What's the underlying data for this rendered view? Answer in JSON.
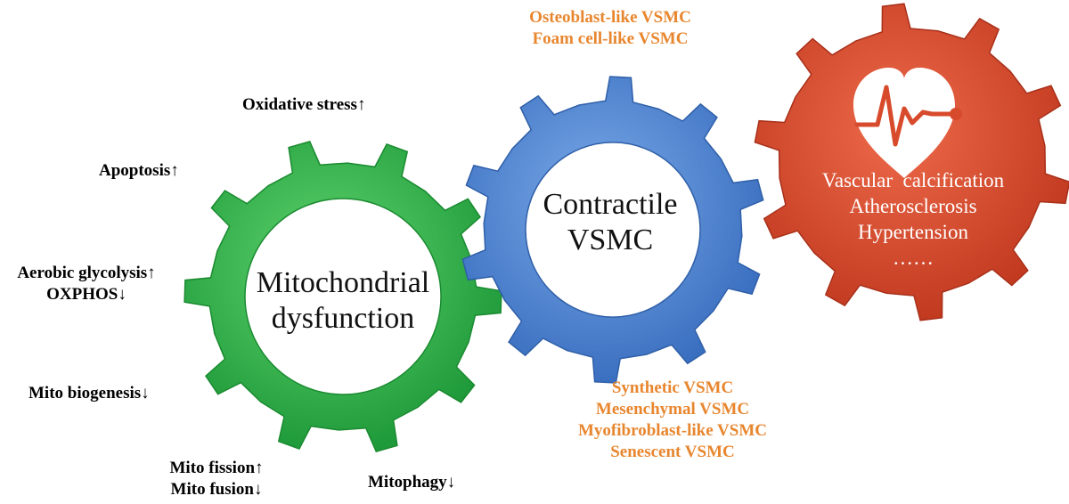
{
  "colors": {
    "gear_green": "#2db84a",
    "gear_blue": "#4a85d4",
    "gear_red": "#d84a2c",
    "label_orange": "#e8862e",
    "label_black": "#000000"
  },
  "left_labels": {
    "oxidative_stress": "Oxidative stress↑",
    "apoptosis": "Apoptosis↑",
    "aerobic_glycolysis": "Aerobic glycolysis↑",
    "oxphos": "OXPHOS↓",
    "mito_biogenesis": "Mito biogenesis↓",
    "mito_fission": "Mito fission↑",
    "mito_fusion": "Mito fusion↓",
    "mitophagy": "Mitophagy↓"
  },
  "gears": {
    "mitochondrial": {
      "line1": "Mitochondrial",
      "line2": "dysfunction",
      "color_name": "green"
    },
    "contractile": {
      "line1": "Contractile",
      "line2": "VSMC",
      "color_name": "blue"
    },
    "disease": {
      "icon": "heart-pulse-icon",
      "lines": [
        "Vascular  calcification",
        "Atherosclerosis",
        "Hypertension",
        "……"
      ],
      "color_name": "red"
    }
  },
  "top_phenotypes": [
    "Osteoblast-like VSMC",
    "Foam cell-like VSMC"
  ],
  "bottom_phenotypes": [
    "Synthetic VSMC",
    "Mesenchymal VSMC",
    "Myofibroblast-like VSMC",
    "Senescent VSMC"
  ]
}
